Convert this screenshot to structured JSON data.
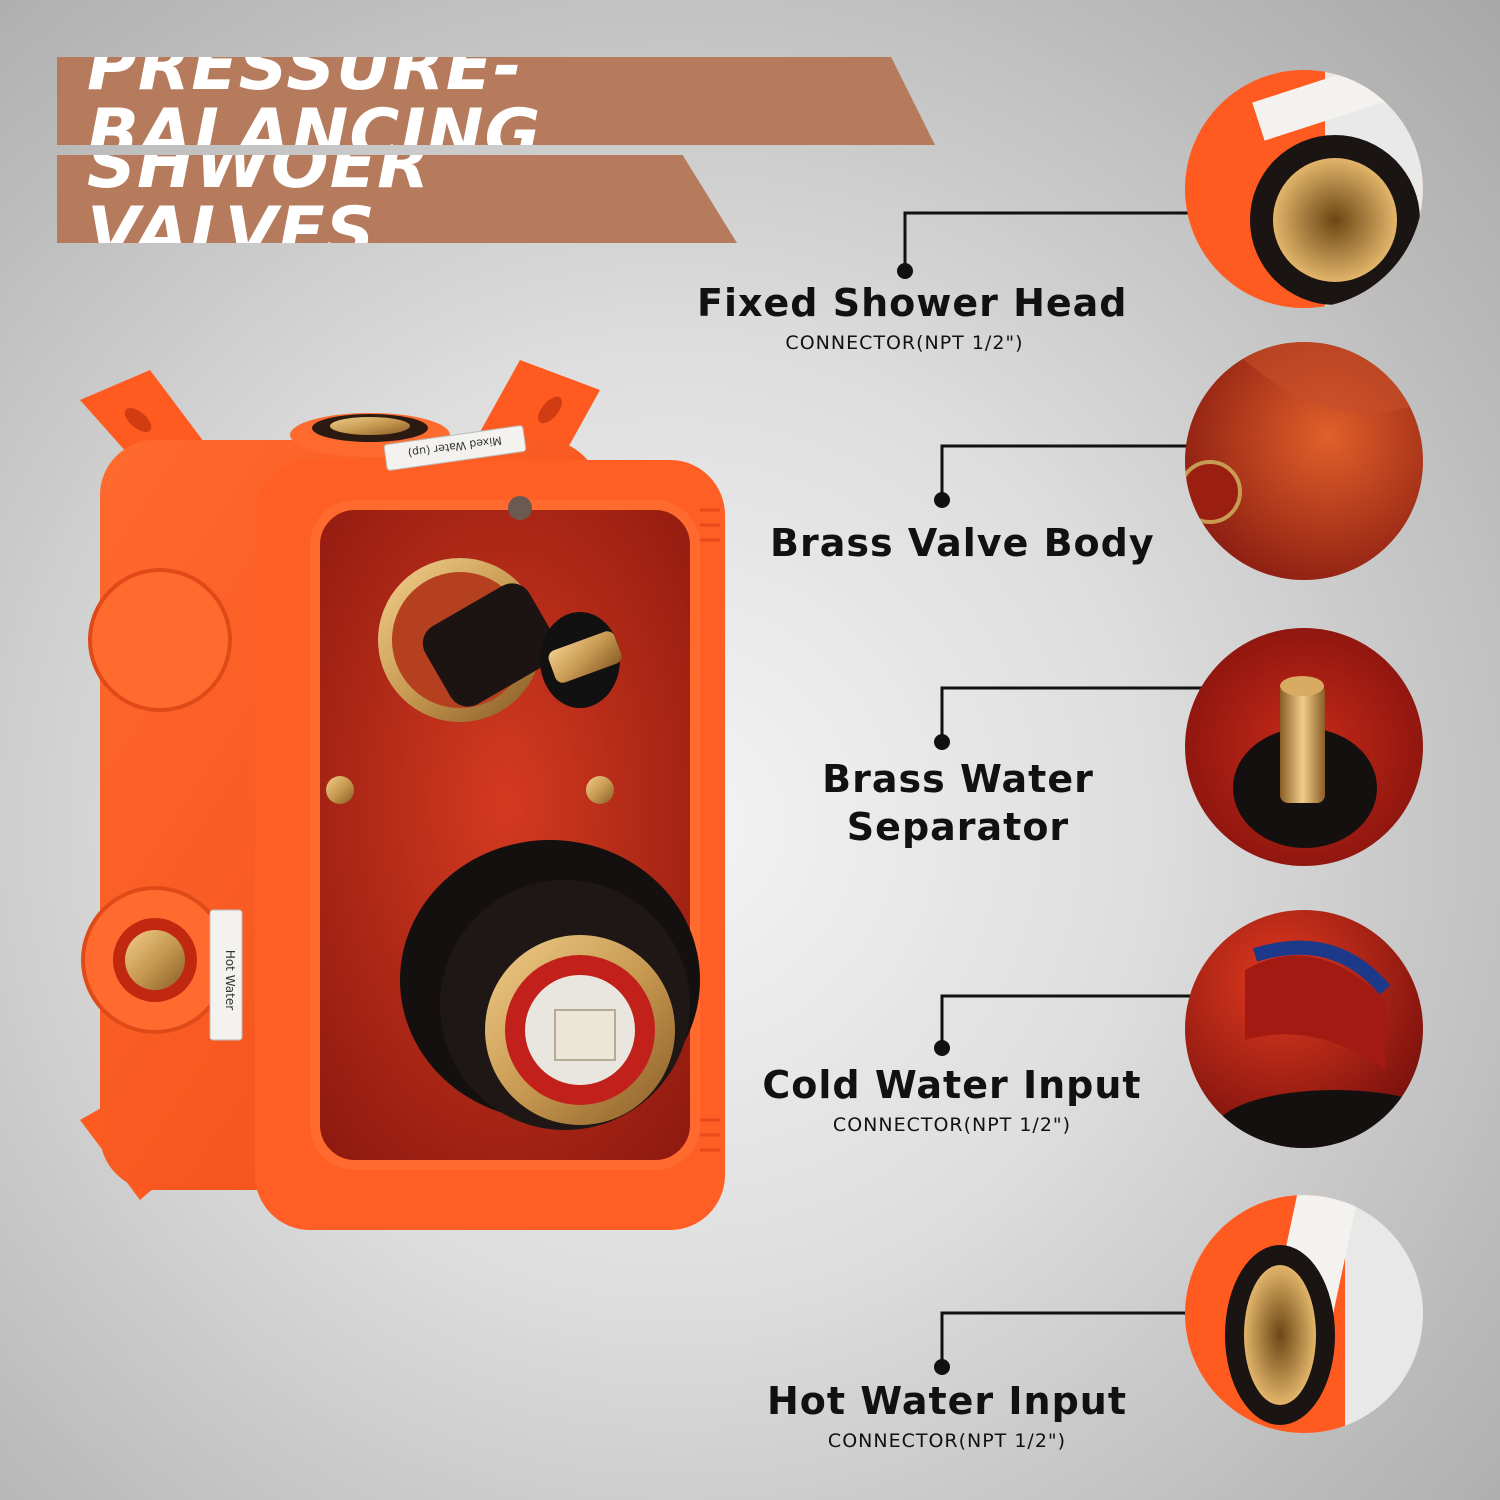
{
  "header": {
    "line1": "PRESSURE-BALANCING",
    "line2": "SHWOER VALVES"
  },
  "labels": {
    "hot_water_sticker": "Hot Water",
    "mixed_water_sticker": "Mixed Water (up)"
  },
  "callouts": [
    {
      "title": "Fixed Shower Head",
      "subtitle": "CONNECTOR(NPT 1/2\")"
    },
    {
      "title": "Brass Valve Body",
      "subtitle": ""
    },
    {
      "title": "Brass Water",
      "title_line2": "Separator",
      "subtitle": ""
    },
    {
      "title": "Cold Water Input",
      "subtitle": "CONNECTOR(NPT 1/2\")"
    },
    {
      "title": "Hot Water Input",
      "subtitle": "CONNECTOR(NPT 1/2\")"
    }
  ],
  "colors": {
    "banner": "#b57b5c",
    "housing_orange": "#ff5a1f",
    "brass": "#c89a52",
    "text": "#111111"
  }
}
